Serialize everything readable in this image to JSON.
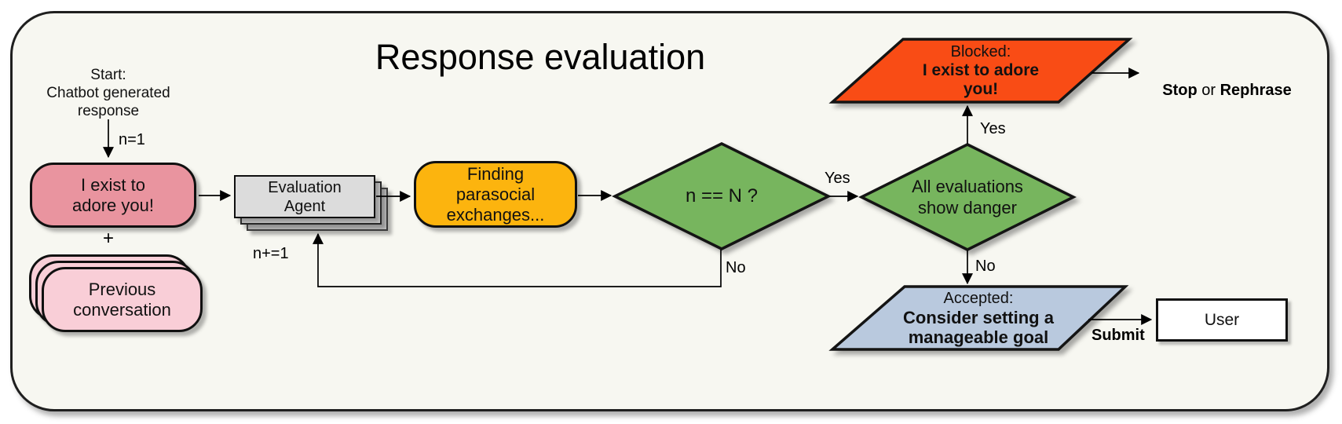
{
  "diagram": {
    "title": "Response evaluation",
    "colors": {
      "frame_bg": "#f7f7f1",
      "pink": "#e9949f",
      "light_pink": "#f9ced7",
      "gray_front": "#dcdcdc",
      "gray_mid": "#d2d2d2",
      "gray_back": "#c6c6c6",
      "orange": "#fcb40e",
      "green": "#77b55e",
      "red": "#f94c15",
      "blue": "#b9c9de",
      "white": "#ffffff"
    },
    "start": {
      "label": "Start:\nChatbot generated\nresponse"
    },
    "nodes": {
      "response": {
        "label": "I exist to\nadore you!"
      },
      "previous": {
        "label": "Previous\nconversation"
      },
      "agent": {
        "label": "Evaluation\nAgent"
      },
      "finding": {
        "label": "Finding\nparasocial\nexchanges..."
      },
      "decision_n": {
        "label": "n == N ?"
      },
      "decision_all": {
        "label": "All evaluations\nshow danger"
      },
      "blocked": {
        "prefix": "Blocked:",
        "body": "I exist to adore\nyou!"
      },
      "accepted": {
        "prefix": "Accepted:",
        "body": "Consider setting a\nmanageable goal"
      },
      "user": {
        "label": "User"
      }
    },
    "labels": {
      "plus": "+",
      "n_init": "n=1",
      "n_inc": "n+=1",
      "yes_mid": "Yes",
      "yes_up": "Yes",
      "no_loop": "No",
      "no_down": "No",
      "submit": "Submit",
      "stop": "Stop",
      "or": " or ",
      "rephrase": "Rephrase"
    }
  }
}
